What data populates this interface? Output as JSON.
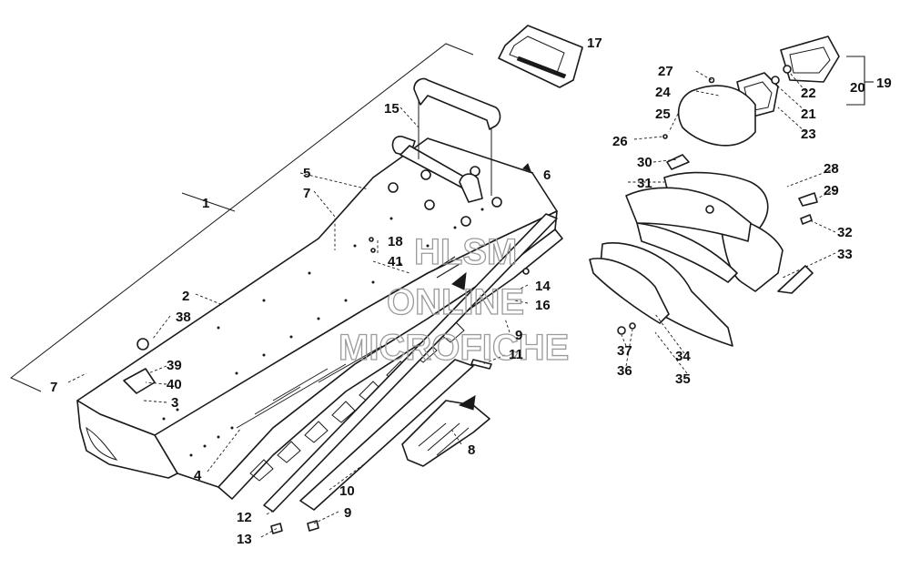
{
  "diagram": {
    "watermark": {
      "line1": "HLSM",
      "line2": "ONLINE",
      "line3": "MICROFICHE"
    },
    "part_labels": [
      "1",
      "2",
      "3",
      "4",
      "5",
      "6",
      "7",
      "8",
      "9",
      "10",
      "11",
      "12",
      "13",
      "14",
      "15",
      "16",
      "17",
      "18",
      "19",
      "20",
      "21",
      "22",
      "23",
      "24",
      "25",
      "26",
      "27",
      "28",
      "29",
      "30",
      "31",
      "32",
      "33",
      "34",
      "35",
      "36",
      "37",
      "38",
      "39",
      "40",
      "41"
    ],
    "part_labels_repeated": {
      "seven_second": "7",
      "nine_second": "9"
    }
  }
}
